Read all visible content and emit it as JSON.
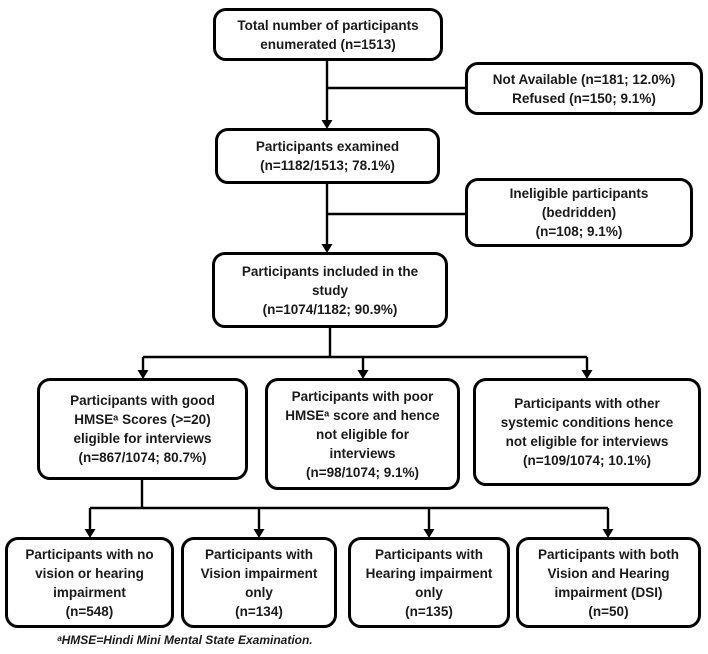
{
  "boxes": {
    "total": {
      "lines": [
        "Total number of participants",
        "enumerated (n=1513)"
      ]
    },
    "not_available": {
      "lines": [
        "Not Available (n=181; 12.0%)",
        "Refused (n=150; 9.1%)"
      ]
    },
    "examined": {
      "lines": [
        "Participants examined",
        "(n=1182/1513; 78.1%)"
      ]
    },
    "ineligible": {
      "lines": [
        "Ineligible participants",
        "(bedridden)",
        "(n=108; 9.1%)"
      ]
    },
    "included": {
      "lines": [
        "Participants included in the",
        "study",
        "(n=1074/1182; 90.9%)"
      ]
    },
    "good_hmse": {
      "lines": [
        "Participants with good",
        "HMSEᵃ Scores (>=20)",
        "eligible for interviews",
        "(n=867/1074; 80.7%)"
      ]
    },
    "poor_hmse": {
      "lines": [
        "Participants with poor",
        "HMSEᵃ score and hence",
        "not eligible for",
        "interviews",
        "(n=98/1074; 9.1%)"
      ]
    },
    "other_systemic": {
      "lines": [
        "Participants with other",
        "systemic conditions hence",
        "not eligible for interviews",
        "(n=109/1074; 10.1%)"
      ]
    },
    "no_impairment": {
      "lines": [
        "Participants with no",
        "vision or hearing",
        "impairment",
        "(n=548)"
      ]
    },
    "vision_only": {
      "lines": [
        "Participants with",
        "Vision impairment",
        "only",
        "(n=134)"
      ]
    },
    "hearing_only": {
      "lines": [
        "Participants with",
        "Hearing impairment",
        "only",
        "(n=135)"
      ]
    },
    "dual_impairment": {
      "lines": [
        "Participants with both",
        "Vision and Hearing",
        "impairment (DSI)",
        "(n=50)"
      ]
    }
  },
  "footnote": "ᵃHMSE=Hindi Mini Mental State Examination.",
  "colors": {
    "line": "#000000",
    "text": "#1a1a1a",
    "background": "#ffffff"
  }
}
